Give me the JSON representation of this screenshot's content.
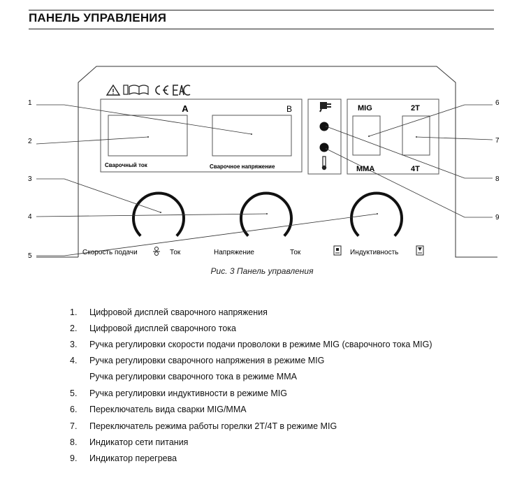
{
  "header": {
    "title": "ПАНЕЛЬ УПРАВЛЕНИЯ"
  },
  "panel": {
    "display_unit_a": "А",
    "display_unit_v": "В",
    "label_current": "Сварочный ток",
    "label_voltage": "Сварочное напряжение",
    "switch_mig": "MIG",
    "switch_mma": "MMA",
    "switch_2t": "2T",
    "switch_4t": "4T",
    "knob1_label_left": "Скорость подачи",
    "knob1_label_right": "Ток",
    "knob2_label_left": "Напряжение",
    "knob2_label_right": "Ток",
    "knob3_label": "Индуктивность"
  },
  "callouts": [
    "1",
    "2",
    "3",
    "4",
    "5",
    "6",
    "7",
    "8",
    "9"
  ],
  "caption": "Рис. 3 Панель управления",
  "legend": [
    {
      "num": "1.",
      "text": "Цифровой дисплей сварочного напряжения"
    },
    {
      "num": "2.",
      "text": "Цифровой дисплей сварочного тока"
    },
    {
      "num": "3.",
      "text": "Ручка регулировки скорости подачи проволоки в режиме MIG (сварочного тока MIG)"
    },
    {
      "num": "4.",
      "text": "Ручка регулировки сварочного напряжения в режиме MIG"
    },
    {
      "num": "",
      "text": "Ручка регулировки сварочного тока в режиме MMA"
    },
    {
      "num": "5.",
      "text": "Ручка регулировки индуктивности в режиме MIG"
    },
    {
      "num": "6.",
      "text": "Переключатель вида сварки MIG/MMA"
    },
    {
      "num": "7.",
      "text": "Переключатель режима работы горелки 2T/4T в режиме MIG"
    },
    {
      "num": "8.",
      "text": "Индикатор сети питания"
    },
    {
      "num": "9.",
      "text": "Индикатор перегрева"
    }
  ]
}
